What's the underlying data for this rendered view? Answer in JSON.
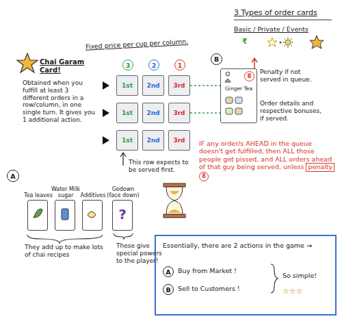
{
  "diagram": {
    "nodes": [
      {
        "text": [
          "3"
        ]
      },
      {
        "text": [
          "2"
        ]
      },
      {
        "text": [
          "1"
        ]
      },
      {
        "text": [
          "B"
        ]
      },
      {
        "text": [
          "1st"
        ]
      },
      {
        "text": [
          "2nd"
        ]
      },
      {
        "text": [
          "3rd"
        ]
      },
      {
        "text": [
          "1st"
        ]
      },
      {
        "text": [
          "2nd"
        ]
      },
      {
        "text": [
          "3rd"
        ]
      },
      {
        "text": [
          "1st"
        ]
      },
      {
        "text": [
          "2nd"
        ]
      },
      {
        "text": [
          "3rd"
        ]
      },
      {
        "text": [
          "8",
          "Ginger Tea"
        ]
      },
      {
        "text": [
          "A"
        ]
      },
      {
        "text": [
          "Tea leaves"
        ]
      },
      {
        "text": [
          "Water Milk sugar"
        ]
      },
      {
        "text": [
          "Additives"
        ]
      },
      {
        "text": [
          "Godown (face down)",
          "?"
        ]
      },
      {
        "text": [
          "Essentially, there are 2 actions in the game →",
          "Buy from Market !",
          "Sell to Customers !",
          "So simple!",
          "☆☆☆"
        ]
      },
      {
        "text": [
          "A"
        ],
        "in": 19
      },
      {
        "text": [
          "B"
        ],
        "in": 19
      }
    ],
    "edges": [
      {
        "from": 6,
        "to": 13,
        "arrow": "none"
      },
      {
        "from": 9,
        "to": 13,
        "arrow": "none"
      }
    ],
    "labels": [
      "3 Types of order cards",
      "Basic / Private / Events",
      "₹",
      "Chai Garam Card!",
      "Obtained when you fulfill at least 3 different orders in a row/column, in one single turn. It gives you 1 additional action.",
      "Fixed price per cup per column.",
      "Penalty if not served in queue.",
      "Order details and respective bonuses, if served.",
      "This row expects to be served first.",
      "IF any order/s AHEAD in the queue doesn't get fulfilled, then ALL those people get pissed, and ALL orders ahead of that guy being served, unless",
      "penalty",
      "8",
      "They add up to make lots of chai recipes",
      "These give special powers to the player!"
    ]
  }
}
